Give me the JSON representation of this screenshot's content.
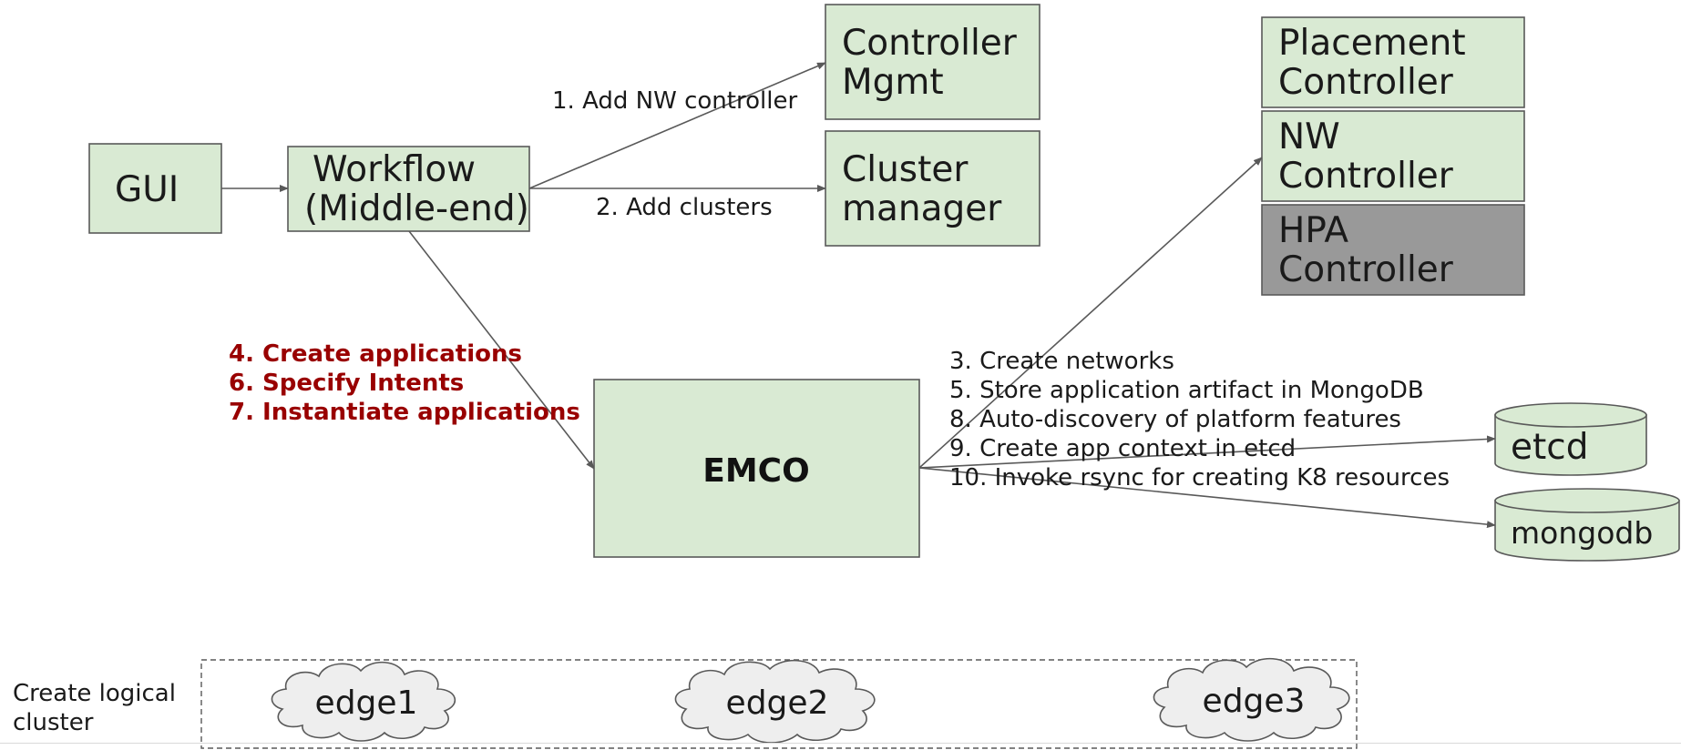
{
  "colors": {
    "box_fill": "#d9ead3",
    "box_fill_dark": "#999999",
    "border": "#595959",
    "highlight_text": "#990000",
    "cloud_fill": "#eeeeee"
  },
  "nodes": {
    "gui": "GUI",
    "workflow": [
      "Workflow",
      "(Middle-end)"
    ],
    "controller_mgmt": [
      "Controller",
      "Mgmt"
    ],
    "cluster_manager": [
      "Cluster",
      "manager"
    ],
    "placement_controller": [
      "Placement",
      "Controller"
    ],
    "nw_controller": [
      "NW",
      "Controller"
    ],
    "hpa_controller": [
      "HPA",
      "Controller"
    ],
    "emco": "EMCO",
    "etcd": "etcd",
    "mongodb": "mongodb"
  },
  "edge_labels": {
    "add_nw_controller": "1. Add NW controller",
    "add_clusters": "2. Add clusters"
  },
  "workflow_steps": [
    "4. Create applications",
    "6. Specify Intents",
    "7. Instantiate applications"
  ],
  "emco_steps": [
    "3. Create networks",
    "5. Store application artifact in MongoDB",
    "8. Auto-discovery of platform features",
    "9. Create app context in etcd",
    "10. Invoke rsync for creating K8 resources"
  ],
  "logical_cluster": {
    "label": [
      "Create logical",
      "cluster"
    ],
    "edges": [
      "edge1",
      "edge2",
      "edge3"
    ]
  }
}
